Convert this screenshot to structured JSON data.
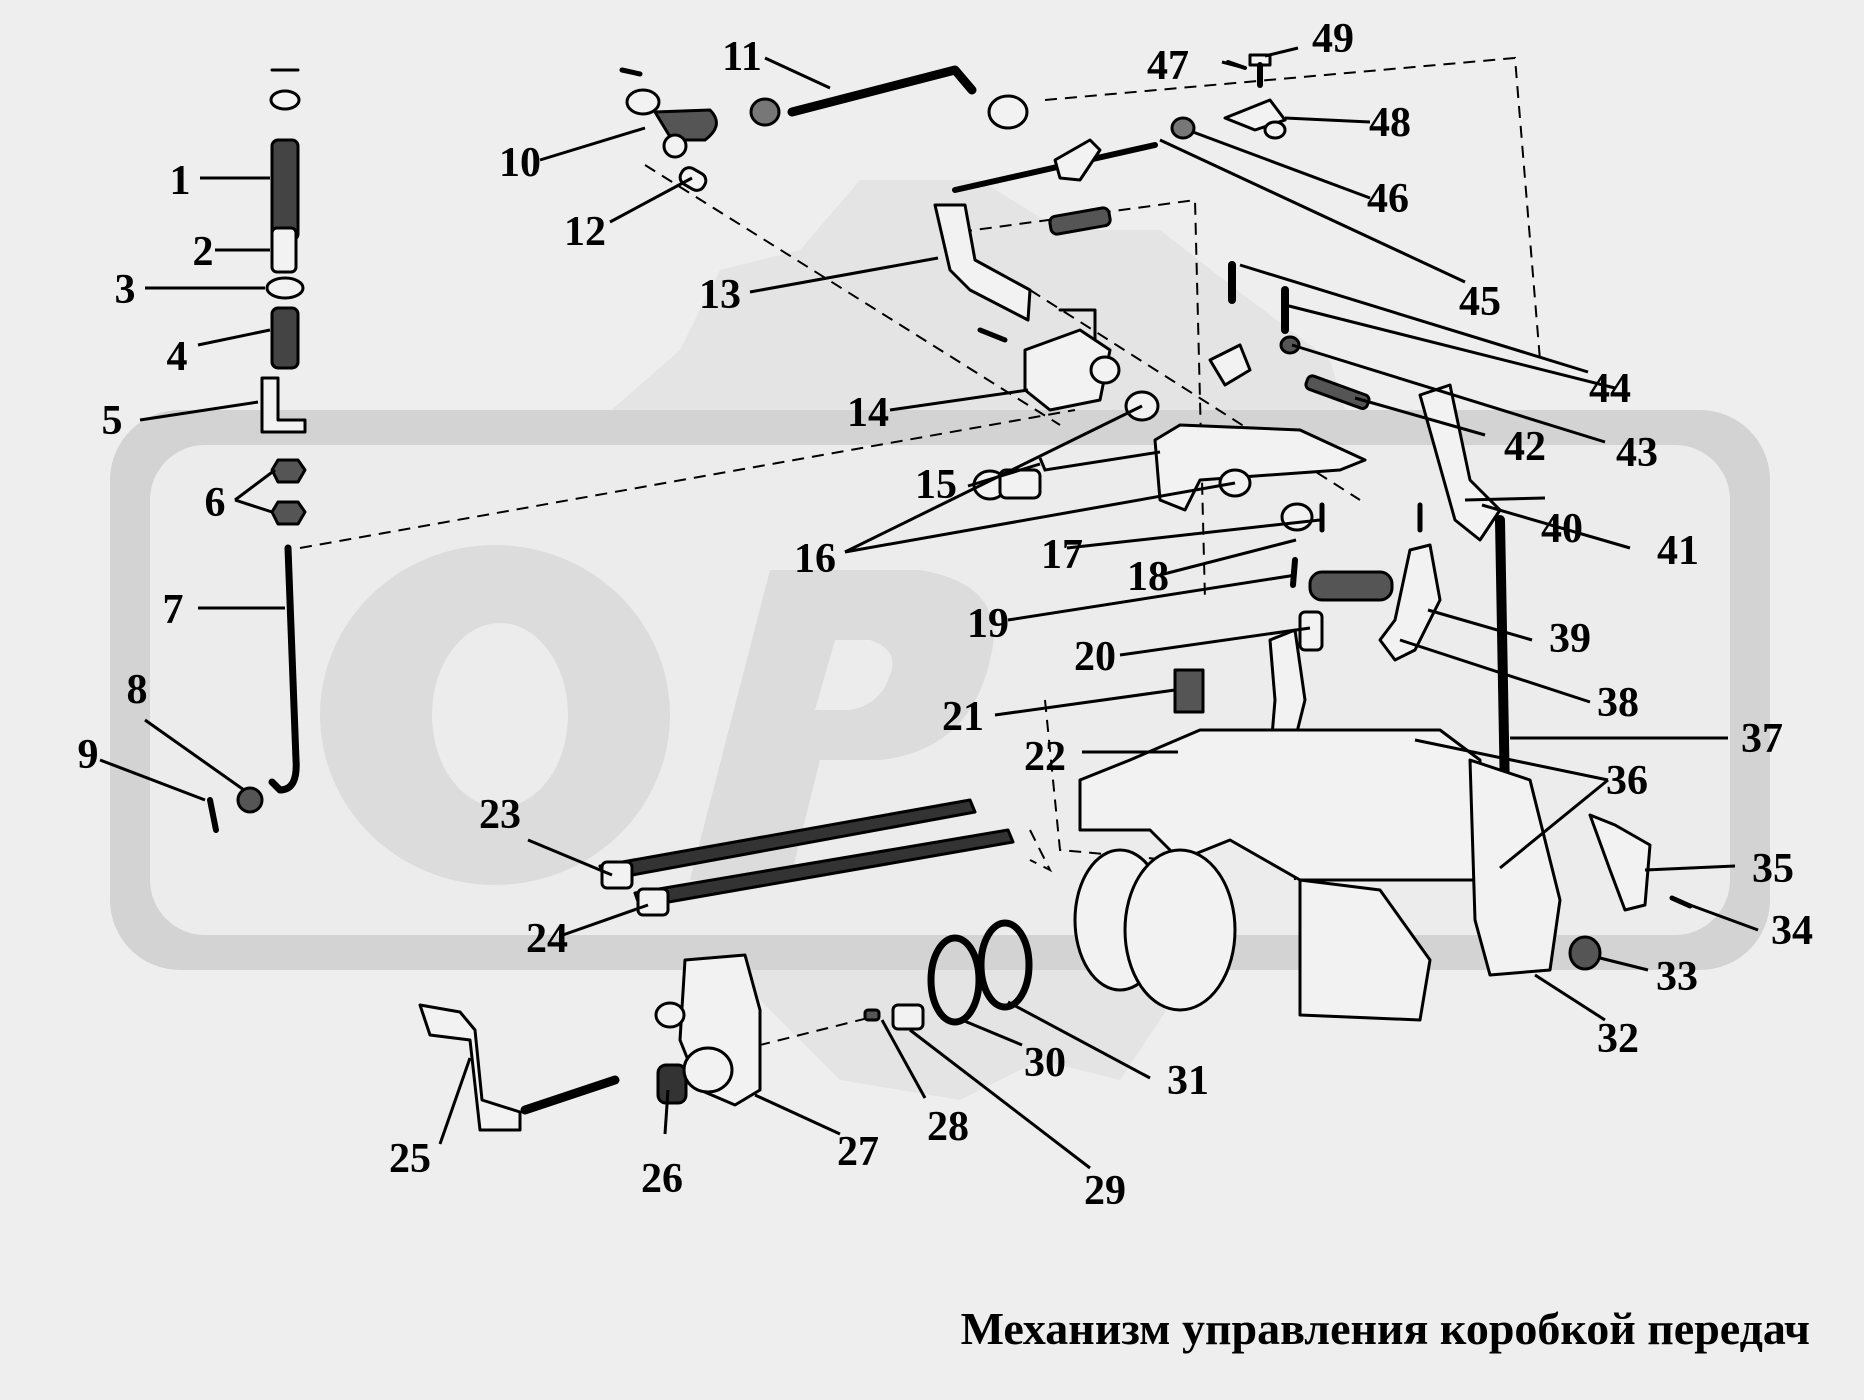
{
  "watermark": {
    "text": "OP",
    "fill_color": "#e2e2e2",
    "frame_color": "#d3d3d3"
  },
  "diagram": {
    "caption": "Механизм управления коробкой передач",
    "callout_labels": [
      "1",
      "2",
      "3",
      "4",
      "5",
      "6",
      "7",
      "8",
      "9",
      "10",
      "11",
      "12",
      "13",
      "14",
      "15",
      "16",
      "17",
      "18",
      "19",
      "20",
      "21",
      "22",
      "23",
      "24",
      "25",
      "26",
      "27",
      "28",
      "29",
      "30",
      "31",
      "32",
      "33",
      "34",
      "35",
      "36",
      "37",
      "38",
      "39",
      "40",
      "41",
      "42",
      "43",
      "44",
      "45",
      "46",
      "47",
      "48",
      "49"
    ],
    "line_color": "#000000",
    "leader_style": "solid",
    "assembly_style": "dashed"
  }
}
